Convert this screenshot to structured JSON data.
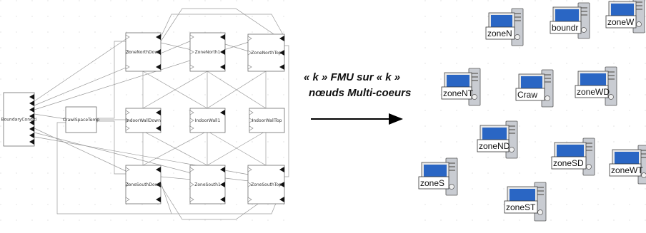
{
  "colors": {
    "monitor": "#2a66c4",
    "case": "#c9ccd2",
    "port": "#111111",
    "line": "#9a9a9a"
  },
  "left_diagram": {
    "blocks": [
      {
        "id": "boundary",
        "label": "BoundaryConditi"
      },
      {
        "id": "crawl",
        "label": "CrawlSpaceTemp"
      },
      {
        "id": "znd",
        "label": "ZoneNorthDown"
      },
      {
        "id": "zn1",
        "label": "ZoneNorth1"
      },
      {
        "id": "znt",
        "label": "ZoneNorthTop"
      },
      {
        "id": "iwd",
        "label": "IndoorWallDown"
      },
      {
        "id": "iw1",
        "label": "IndoorWall1"
      },
      {
        "id": "iwt",
        "label": "IndoorWallTop"
      },
      {
        "id": "zsd",
        "label": "ZoneSouthDown"
      },
      {
        "id": "zs1",
        "label": "ZoneSouth1"
      },
      {
        "id": "zst",
        "label": "ZoneSouthTop"
      }
    ]
  },
  "middle": {
    "line1": "« k » FMU sur « k »",
    "line2": "nœuds  Multi-coeurs"
  },
  "computers": [
    {
      "id": "zoneN",
      "label": "zoneN"
    },
    {
      "id": "boundr",
      "label": "boundr"
    },
    {
      "id": "zoneW",
      "label": "zoneW"
    },
    {
      "id": "zoneNT",
      "label": "zoneNT"
    },
    {
      "id": "Craw",
      "label": "Craw"
    },
    {
      "id": "zoneWD",
      "label": "zoneWD"
    },
    {
      "id": "zoneND",
      "label": "zoneND"
    },
    {
      "id": "zoneSD",
      "label": "zoneSD"
    },
    {
      "id": "zoneWT",
      "label": "zoneWT"
    },
    {
      "id": "zoneS",
      "label": "zoneS"
    },
    {
      "id": "zoneST",
      "label": "zoneST"
    }
  ]
}
